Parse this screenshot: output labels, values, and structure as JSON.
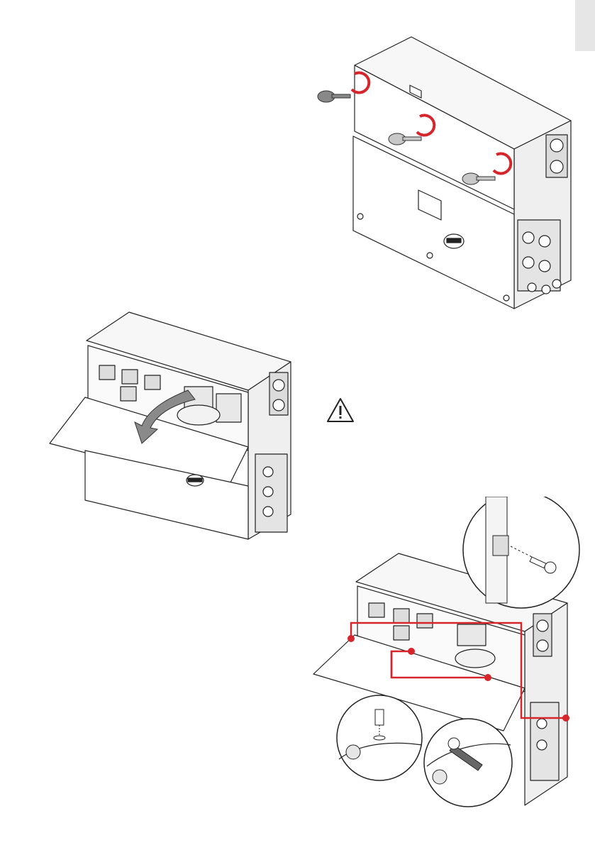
{
  "page": {
    "side_tab_color": "#e6e6e6",
    "accent_color": "#d7262b",
    "line_color": "#222222",
    "key_color": "#888888",
    "figures": [
      {
        "name": "cover-unlock-figure",
        "icons": [
          "key-icon",
          "rotate-arrow-icon"
        ],
        "key_count": 3
      },
      {
        "name": "cover-open-figure",
        "icons": [
          "hinge-arrow-icon"
        ]
      },
      {
        "name": "warning-symbol",
        "icons": [
          "warning-icon"
        ]
      },
      {
        "name": "grounding-detail-figure",
        "icons": [
          "screw-icon",
          "wrench-icon",
          "callout-dot-icon"
        ],
        "callouts": 3
      }
    ]
  }
}
